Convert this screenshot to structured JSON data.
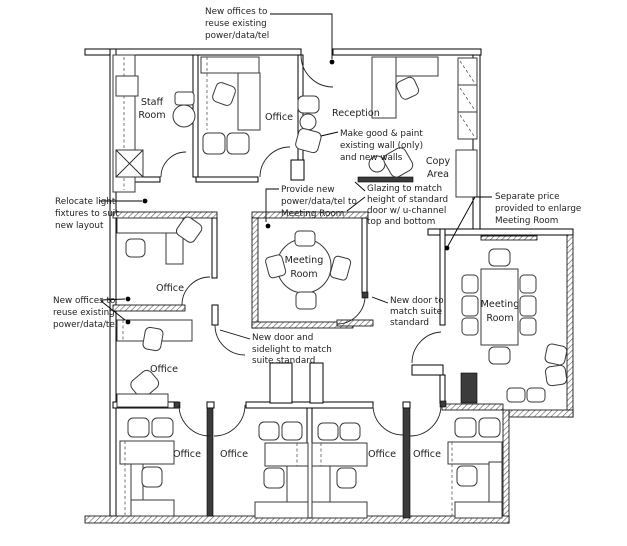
{
  "rooms": {
    "staff_room": {
      "lines": [
        "Staff",
        "Room"
      ]
    },
    "office_top": {
      "label": "Office"
    },
    "reception": {
      "label": "Reception"
    },
    "copy_area": {
      "lines": [
        "Copy",
        "Area"
      ]
    },
    "meeting_room_center": {
      "lines": [
        "Meeting",
        "Room"
      ]
    },
    "meeting_room_right": {
      "lines": [
        "Meeting",
        "Room"
      ]
    },
    "office_mid_left": {
      "label": "Office"
    },
    "office_lower_left": {
      "label": "Office"
    },
    "office_b1": {
      "label": "Office"
    },
    "office_b2": {
      "label": "Office"
    },
    "office_b3": {
      "label": "Office"
    },
    "office_b4": {
      "label": "Office"
    }
  },
  "annotations": {
    "new_offices_top": {
      "lines": [
        "New offices to",
        "reuse existing",
        "power/data/tel"
      ]
    },
    "relocate_light": {
      "lines": [
        "Relocate light",
        "fixtures to suit",
        "new layout"
      ]
    },
    "new_offices_left": {
      "lines": [
        "New offices to",
        "reuse existing",
        "power/data/tel"
      ]
    },
    "make_good": {
      "lines": [
        "Make good & paint",
        "existing wall (only)",
        "and new walls"
      ]
    },
    "provide_new": {
      "lines": [
        "Provide new",
        "power/data/tel to",
        "Meeting Room"
      ]
    },
    "glazing": {
      "lines": [
        "Glazing to match",
        "height of standard",
        "door w/ u-channel",
        "top and bottom"
      ]
    },
    "new_door_match": {
      "lines": [
        "New door to",
        "match suite",
        "standard"
      ]
    },
    "new_door_sidelight": {
      "lines": [
        "New door and",
        "sidelight to match",
        "suite standard"
      ]
    },
    "separate_price": {
      "lines": [
        "Separate price",
        "provided to enlarge",
        "Meeting Room"
      ]
    }
  }
}
